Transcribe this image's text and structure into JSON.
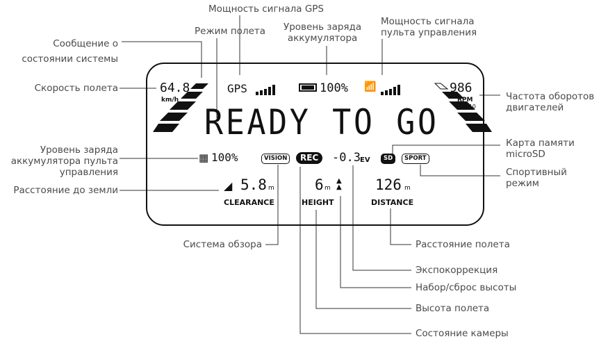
{
  "labels": {
    "gps_signal": "Мощность сигнала GPS",
    "flight_mode": "Режим полета",
    "battery_level": "Уровень заряда\nаккумулятора",
    "rc_signal": "Мощность сигнала\nпульта управления",
    "system_status": "Сообщение о\nсостоянии системы",
    "flight_speed": "Скорость полета",
    "motor_rpm": "Частота оборотов\nдвигателей",
    "microsd": "Карта памяти\nmicroSD",
    "rc_battery": "Уровень заряда\nаккумулятора пульта\nуправления",
    "sport_mode": "Спортивный\nрежим",
    "ground_distance": "Расстояние до земли",
    "vision_system": "Система обзора",
    "flight_distance": "Расстояние полета",
    "exposure": "Экспокоррекция",
    "altitude_set": "Набор/сброс высоты",
    "flight_height": "Высота полета",
    "camera_status": "Состояние камеры"
  },
  "screen": {
    "speed": "64.8",
    "speed_unit": "km/h",
    "gps": "GPS",
    "battery": "100%",
    "rpm": "986",
    "rpm_unit": "RPM",
    "rpm_mult": "×10",
    "message": "READY TO GO",
    "rc_battery": "100%",
    "vision": "VISION",
    "rec": "REC",
    "ev": "-0.3",
    "ev_unit": "EV",
    "sd": "SD",
    "sport": "SPORT",
    "clearance": "5.8",
    "clearance_unit": "m",
    "clearance_label": "CLEARANCE",
    "height": "6",
    "height_unit": "m",
    "height_label": "HEIGHT",
    "distance": "126",
    "distance_unit": "m",
    "distance_label": "DISTANCE"
  }
}
